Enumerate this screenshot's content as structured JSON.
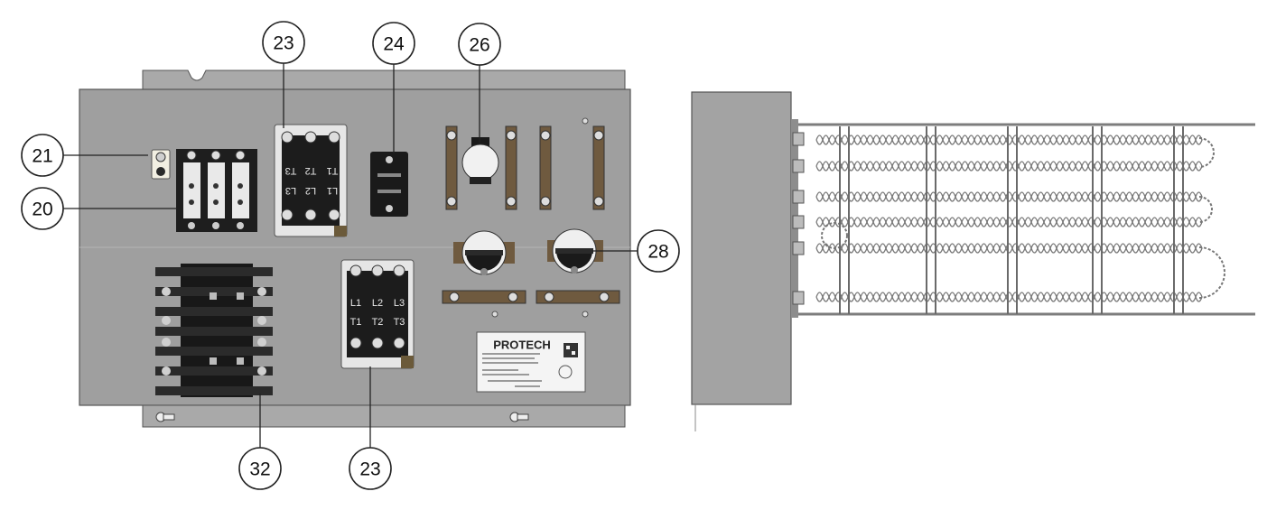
{
  "callouts": [
    {
      "id": "c21",
      "label": "21"
    },
    {
      "id": "c20",
      "label": "20"
    },
    {
      "id": "c23a",
      "label": "23"
    },
    {
      "id": "c24",
      "label": "24"
    },
    {
      "id": "c26",
      "label": "26"
    },
    {
      "id": "c28",
      "label": "28"
    },
    {
      "id": "c32",
      "label": "32"
    },
    {
      "id": "c23b",
      "label": "23"
    }
  ],
  "contactor_top": {
    "t1": "T1",
    "t2": "T2",
    "t3": "T3",
    "l1": "L1",
    "l2": "L2",
    "l3": "L3"
  },
  "contactor_bottom": {
    "l1": "L1",
    "l2": "L2",
    "l3": "L3",
    "t1": "T1",
    "t2": "T2",
    "t3": "T3"
  },
  "nameplate": {
    "brand": "PROTECH"
  }
}
